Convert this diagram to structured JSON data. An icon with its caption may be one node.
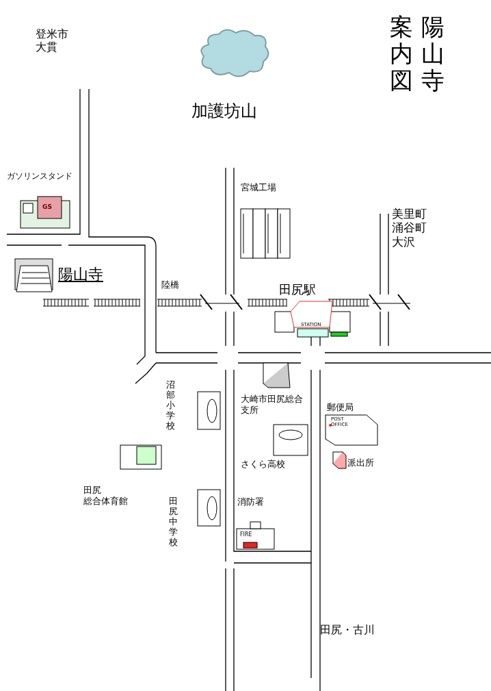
{
  "diagram": {
    "title": "陽山寺案内図",
    "labels": [
      "登米市大貫",
      "加護坊山",
      "ガソリンスタンド",
      "GS",
      "宮城工場",
      "美里町涌谷町大沢",
      "陽山寺",
      "陸橋",
      "田尻駅",
      "STATION",
      "沼部小学校",
      "大崎市田尻総合支所",
      "郵便局",
      "POST OFFICE",
      "派出所",
      "さくら高校",
      "田尻総合体育館",
      "田尻中学校",
      "消防署",
      "FIRE",
      "田尻・古川"
    ]
  }
}
